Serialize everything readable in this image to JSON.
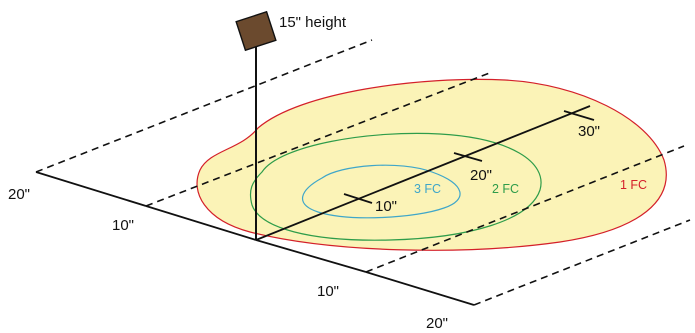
{
  "diagram": {
    "height_label": "15\" height",
    "axis_labels": {
      "far_left_20": "20\"",
      "far_left_10": "10\"",
      "front_10": "10\"",
      "front_20": "20\"",
      "beam_10": "10\"",
      "beam_20": "20\"",
      "beam_30": "30\""
    },
    "contours": [
      {
        "label": "1 FC",
        "color": "#d4202a",
        "fill": "#fbf3b7"
      },
      {
        "label": "2 FC",
        "color": "#2e9c4a"
      },
      {
        "label": "3 FC",
        "color": "#3fa6c9"
      }
    ],
    "colors": {
      "fixture": "#6b4a2e",
      "lines": "#111111"
    },
    "icons": [
      "light-fixture-icon"
    ]
  }
}
